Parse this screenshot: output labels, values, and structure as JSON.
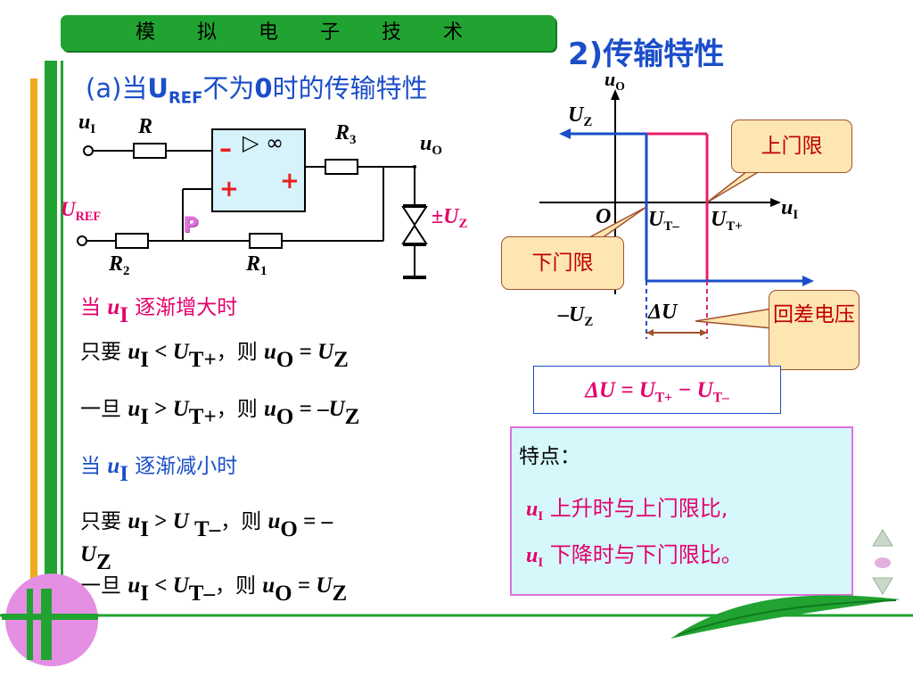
{
  "header": {
    "title": "模 拟 电 子 技 术"
  },
  "slide": {
    "section": "2)传输特性",
    "subtitle_prefix": "(a)当",
    "subtitle_u": "U",
    "subtitle_sub": "REF",
    "subtitle_mid": "不为",
    "subtitle_zero": "0",
    "subtitle_suffix": "时的传输特性"
  },
  "circuit": {
    "uI": "u",
    "uI_sub": "I",
    "R": "R",
    "R3": "R",
    "R3_sub": "3",
    "uO": "u",
    "uO_sub": "O",
    "uref": "U",
    "uref_sub": "REF",
    "P": "P",
    "R2": "R",
    "R2_sub": "2",
    "R1": "R",
    "R1_sub": "1",
    "minus": "–",
    "plus": "+",
    "inf": "▷ ∞",
    "plus_out": "+",
    "zener": "±U",
    "zener_sub": "Z"
  },
  "graph": {
    "uO": "u",
    "uO_sub": "O",
    "UZ": "U",
    "UZ_sub": "Z",
    "uI": "u",
    "uI_sub": "I",
    "O": "O",
    "UTm": "U",
    "UTm_sub": "T–",
    "UTp": "U",
    "UTp_sub": "T+",
    "negUZ": "–U",
    "negUZ_sub": "Z",
    "dU": "ΔU",
    "upper_label": "上门限",
    "lower_label": "下门限",
    "hyst_label": "回差电压"
  },
  "formula": {
    "text_a": "ΔU = U",
    "sub_a": "T+",
    "text_b": " − U",
    "sub_b": "T–"
  },
  "features": {
    "title": "特点：",
    "line1_u": "u",
    "line1_sub": "I",
    "line1_text": " 上升时与上门限比,",
    "line2_u": "u",
    "line2_sub": "I",
    "line2_text": " 下降时与下门限比。"
  },
  "body": {
    "inc_head_a": "当 ",
    "inc_head_u": "u",
    "inc_head_sub": "I",
    "inc_head_b": " 逐渐增大时",
    "l1_a": "只要 ",
    "l1_b": " < ",
    "l1_c": "，则 ",
    "l1_d": " = ",
    "l1_u1": "u",
    "l1_s1": "I",
    "l1_u2": "U",
    "l1_s2": "T+",
    "l1_u3": "u",
    "l1_s3": "O",
    "l1_u4": "U",
    "l1_s4": "Z",
    "l2_a": "一旦 ",
    "l2_b": " > ",
    "l2_c": "，则 ",
    "l2_d": " = –",
    "l2_u1": "u",
    "l2_s1": "I",
    "l2_u2": "U",
    "l2_s2": "T+",
    "l2_u3": "u",
    "l2_s3": "O",
    "l2_u4": "U",
    "l2_s4": "Z",
    "dec_head_a": "当 ",
    "dec_head_u": "u",
    "dec_head_sub": "I",
    "dec_head_b": " 逐渐减小时",
    "l3_a": "只要 ",
    "l3_b": " > ",
    "l3_c": "，则 ",
    "l3_d": " = –",
    "l3_u1": "u",
    "l3_s1": "I",
    "l3_u2": "U ",
    "l3_s2": "T–",
    "l3_u3": "u",
    "l3_s3": "O",
    "l3_wrap": "U",
    "l3_wrap_sub": "Z",
    "l4_a": "一旦 ",
    "l4_b": " < ",
    "l4_c": "，则 ",
    "l4_d": " = ",
    "l4_u1": "u",
    "l4_s1": "I",
    "l4_u2": "U",
    "l4_s2": "T–",
    "l4_u3": "u",
    "l4_s3": "O",
    "l4_u4": "U",
    "l4_s4": "Z"
  },
  "colors": {
    "green": "#21a331",
    "orange": "#f0a81c",
    "blue": "#1b4ec9",
    "red": "#e81f6e",
    "magenta": "#e070e0"
  }
}
